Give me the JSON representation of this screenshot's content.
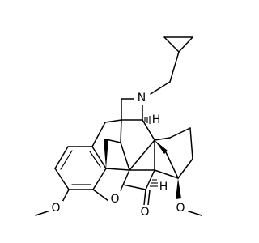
{
  "molecule": {
    "atoms": {
      "nitrogen": "N",
      "stereo_h_top": "H",
      "stereo_h_bottom": "H",
      "ring_oxygen": "O",
      "methoxy_oxygen_left": "O",
      "acetyl_oxygen": "O",
      "methoxy_oxygen_right": "O"
    },
    "colors": {
      "bonds": "#000000",
      "labels": "#000000",
      "background": "#ffffff"
    }
  }
}
